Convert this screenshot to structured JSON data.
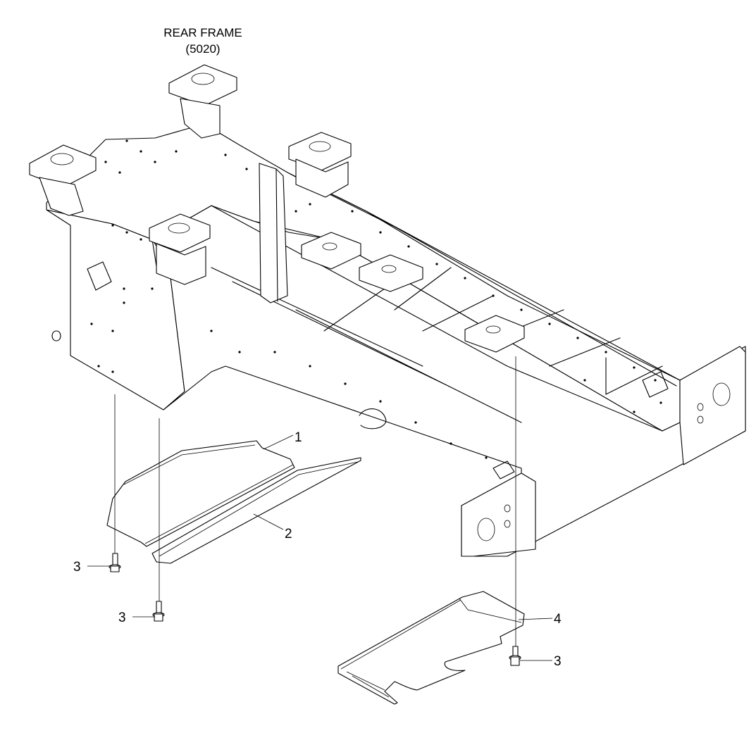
{
  "title": {
    "line1": "REAR FRAME",
    "line2": "(5020)"
  },
  "callouts": [
    {
      "id": "c1",
      "text": "1",
      "part": "plate-1"
    },
    {
      "id": "c2",
      "text": "2",
      "part": "plate-2"
    },
    {
      "id": "c3a",
      "text": "3",
      "part": "bolt-left"
    },
    {
      "id": "c3b",
      "text": "3",
      "part": "bolt-middle"
    },
    {
      "id": "c3c",
      "text": "3",
      "part": "bolt-right"
    },
    {
      "id": "c4",
      "text": "4",
      "part": "cover-plate-4"
    }
  ]
}
